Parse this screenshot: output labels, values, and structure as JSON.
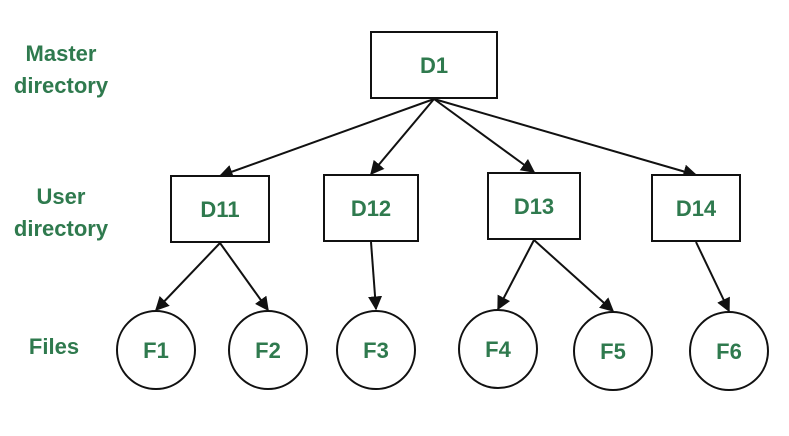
{
  "levels": {
    "master": "Master\ndirectory",
    "user": "User\ndirectory",
    "files": "Files"
  },
  "nodes": {
    "master": "D1",
    "user_dirs": [
      "D11",
      "D12",
      "D13",
      "D14"
    ],
    "files": [
      "F1",
      "F2",
      "F3",
      "F4",
      "F5",
      "F6"
    ]
  },
  "edges": [
    [
      "D1",
      "D11"
    ],
    [
      "D1",
      "D12"
    ],
    [
      "D1",
      "D13"
    ],
    [
      "D1",
      "D14"
    ],
    [
      "D11",
      "F1"
    ],
    [
      "D11",
      "F2"
    ],
    [
      "D12",
      "F3"
    ],
    [
      "D13",
      "F4"
    ],
    [
      "D13",
      "F5"
    ],
    [
      "D14",
      "F6"
    ]
  ],
  "colors": {
    "text": "#2f7a4e",
    "stroke": "#111111",
    "fill": "#ffffff"
  }
}
